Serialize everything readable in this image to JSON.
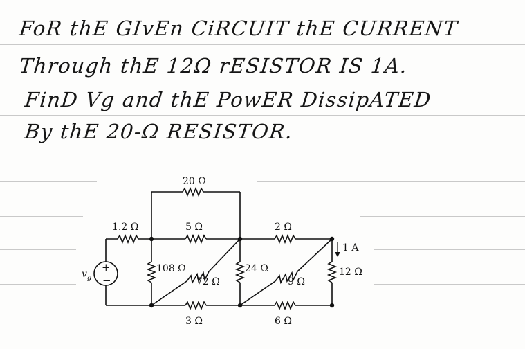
{
  "problem": {
    "lines": [
      "FoR thE GIvEn CiRCUIT thE CURRENT",
      "Through thE 12Ω rESISTOR IS 1A.",
      "FinD Vg and thE PowER DissipATED",
      "By thE 20-Ω RESISTOR."
    ]
  },
  "circuit": {
    "labels": {
      "r20": "20 Ω",
      "r1_2": "1.2 Ω",
      "r5": "5 Ω",
      "r2": "2 Ω",
      "current": "1 A",
      "vg": "v",
      "vg_sub": "g",
      "plus": "+",
      "minus": "−",
      "r108": "108 Ω",
      "r72": "72 Ω",
      "r24": "24 Ω",
      "r9": "9 Ω",
      "r12": "12 Ω",
      "r3": "3 Ω",
      "r6": "6 Ω"
    }
  }
}
